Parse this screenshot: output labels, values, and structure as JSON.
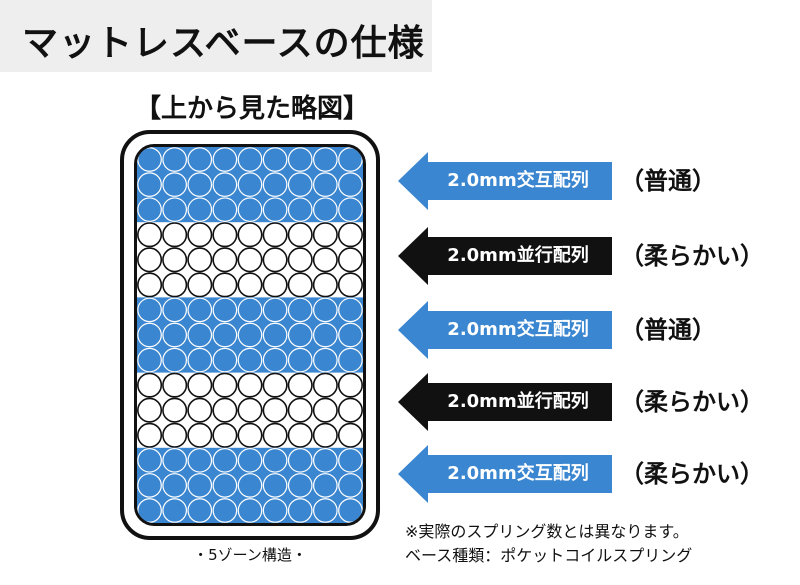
{
  "title": "マットレスベースの仕様",
  "subtitle": "【上から見た略図】",
  "colors": {
    "title_bg": "#eeeeee",
    "blue": "#3b86d0",
    "black": "#111111"
  },
  "zones": [
    {
      "arrow_label": "2.0mm交互配列",
      "firmness": "（普通）",
      "arrow_color": "blue",
      "pattern": "blue-dots"
    },
    {
      "arrow_label": "2.0mm並行配列",
      "firmness": "（柔らかい）",
      "arrow_color": "black",
      "pattern": "white-circles"
    },
    {
      "arrow_label": "2.0mm交互配列",
      "firmness": "（普通）",
      "arrow_color": "blue",
      "pattern": "blue-dots"
    },
    {
      "arrow_label": "2.0mm並行配列",
      "firmness": "（柔らかい）",
      "arrow_color": "black",
      "pattern": "white-circles"
    },
    {
      "arrow_label": "2.0mm交互配列",
      "firmness": "（柔らかい）",
      "arrow_color": "blue",
      "pattern": "blue-dots"
    }
  ],
  "caption": "・5ゾーン構造・",
  "notes": [
    "※実際のスプリング数とは異なります。",
    "ベース種類：ポケットコイルスプリング"
  ]
}
